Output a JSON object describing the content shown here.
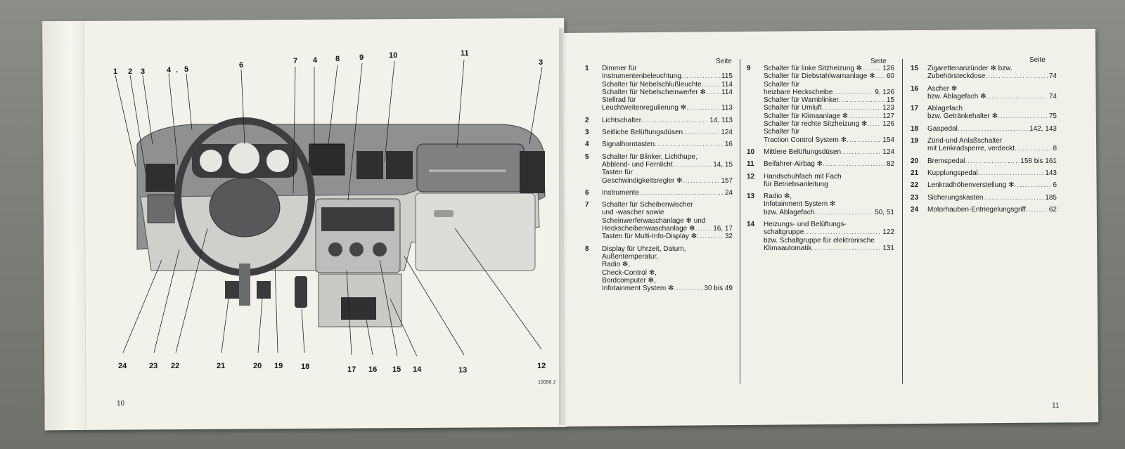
{
  "left_page": {
    "page_number": "10",
    "image_code": "10086 J",
    "callouts": [
      "1",
      "2",
      "3",
      "4",
      ".",
      "5",
      "6",
      "7",
      "4",
      "8",
      "9",
      "10",
      "11",
      "3",
      "24",
      "23",
      "22",
      "21",
      "20",
      "19",
      "18",
      "17",
      "16",
      "15",
      "14",
      "13",
      "12"
    ]
  },
  "right_page": {
    "page_number": "11",
    "seite_label": "Seite",
    "columns": [
      [
        {
          "num": "1",
          "lines": [
            [
              "Dimmer für",
              ""
            ],
            [
              "Instrumentenbeleuchtung",
              "115"
            ],
            [
              "Schalter für Nebelschlußleuchte",
              "114"
            ],
            [
              "Schalter für Nebelscheinwerfer ✻",
              "114"
            ],
            [
              "Stellrad für",
              ""
            ],
            [
              "Leuchtweitenregulierung ✻",
              "113"
            ]
          ]
        },
        {
          "num": "2",
          "lines": [
            [
              "Lichtschalter",
              "14, 113"
            ]
          ]
        },
        {
          "num": "3",
          "lines": [
            [
              "Seitliche Belüftungsdüsen",
              "124"
            ]
          ]
        },
        {
          "num": "4",
          "lines": [
            [
              "Signalhorntasten",
              "16"
            ]
          ]
        },
        {
          "num": "5",
          "lines": [
            [
              "Schalter für Blinker, Lichthupe,",
              ""
            ],
            [
              "Abblend- und Fernlicht",
              "14, 15"
            ],
            [
              "Tasten für",
              ""
            ],
            [
              "Geschwindigkeitsregler ✻",
              "157"
            ]
          ]
        },
        {
          "num": "6",
          "lines": [
            [
              "Instrumente",
              "24"
            ]
          ]
        },
        {
          "num": "7",
          "lines": [
            [
              "Schalter für Scheibenwischer",
              ""
            ],
            [
              "und -wascher sowie",
              ""
            ],
            [
              "Scheinwerferwaschanlage ✻ und",
              ""
            ],
            [
              "Heckscheibenwaschanlage ✻",
              "16, 17"
            ],
            [
              "Tasten für Multi-Info-Display ✻",
              "32"
            ]
          ]
        },
        {
          "num": "8",
          "lines": [
            [
              "Display für Uhrzeit, Datum,",
              ""
            ],
            [
              "Außentemperatur,",
              ""
            ],
            [
              "Radio ✻,",
              ""
            ],
            [
              "Check-Control ✻,",
              ""
            ],
            [
              "Bordcomputer ✻,",
              ""
            ],
            [
              "Infotainment System ✻",
              "30 bis 49"
            ]
          ]
        }
      ],
      [
        {
          "num": "9",
          "lines": [
            [
              "Schalter für linke Sitzheizung ✻",
              "126"
            ],
            [
              "Schalter für Diebstahlwarnanlage ✻",
              "60"
            ],
            [
              "Schalter für",
              ""
            ],
            [
              "heizbare Heckscheibe",
              "9, 126"
            ],
            [
              "Schalter für Warnblinker",
              "15"
            ],
            [
              "Schalter für Umluft",
              "123"
            ],
            [
              "Schalter für Klimaanlage ✻",
              "127"
            ],
            [
              "Schalter für rechte Sitzheizung ✻",
              "126"
            ],
            [
              "Schalter für",
              ""
            ],
            [
              "Traction Control System ✻",
              "154"
            ]
          ]
        },
        {
          "num": "10",
          "lines": [
            [
              "Mittlere Belüftungsdüsen",
              "124"
            ]
          ]
        },
        {
          "num": "11",
          "lines": [
            [
              "Beifahrer-Airbag ✻",
              "82"
            ]
          ]
        },
        {
          "num": "12",
          "lines": [
            [
              "Handschuhfach mit Fach",
              ""
            ],
            [
              "für Betriebsanleitung",
              ""
            ]
          ]
        },
        {
          "num": "13",
          "lines": [
            [
              "Radio ✻,",
              ""
            ],
            [
              "Infotainment System ✻",
              ""
            ],
            [
              "bzw. Ablagefach",
              "50, 51"
            ]
          ]
        },
        {
          "num": "14",
          "lines": [
            [
              "Heizungs- und Belüftungs-",
              ""
            ],
            [
              "schaltgruppe",
              "122"
            ],
            [
              "bzw. Schaltgruppe für elektronische",
              ""
            ],
            [
              "Klimaautomatik",
              "131"
            ]
          ]
        }
      ],
      [
        {
          "num": "15",
          "lines": [
            [
              "Zigarettenanzünder ✻ bzw.",
              ""
            ],
            [
              "Zubehörsteckdose",
              "74"
            ]
          ]
        },
        {
          "num": "16",
          "lines": [
            [
              "Ascher ✻",
              ""
            ],
            [
              "bzw. Ablagefach ✻",
              "74"
            ]
          ]
        },
        {
          "num": "17",
          "lines": [
            [
              "Ablagefach",
              ""
            ],
            [
              "bzw. Getränkehalter ✻",
              "75"
            ]
          ]
        },
        {
          "num": "18",
          "lines": [
            [
              "Gaspedal",
              "142, 143"
            ]
          ]
        },
        {
          "num": "19",
          "lines": [
            [
              "Zünd-und Anlaßschalter",
              ""
            ],
            [
              "mit Lenkradsperre, verdeckt",
              "8"
            ]
          ]
        },
        {
          "num": "20",
          "lines": [
            [
              "Bremspedal",
              "158 bis 161"
            ]
          ]
        },
        {
          "num": "21",
          "lines": [
            [
              "Kupplungspedal",
              "143"
            ]
          ]
        },
        {
          "num": "22",
          "lines": [
            [
              "Lenkradhöhenverstellung ✻",
              "6"
            ]
          ]
        },
        {
          "num": "23",
          "lines": [
            [
              "Sicherungskasten",
              "185"
            ]
          ]
        },
        {
          "num": "24",
          "lines": [
            [
              "Motorhauben-Entriegelungsgriff",
              "62"
            ]
          ]
        }
      ]
    ]
  }
}
